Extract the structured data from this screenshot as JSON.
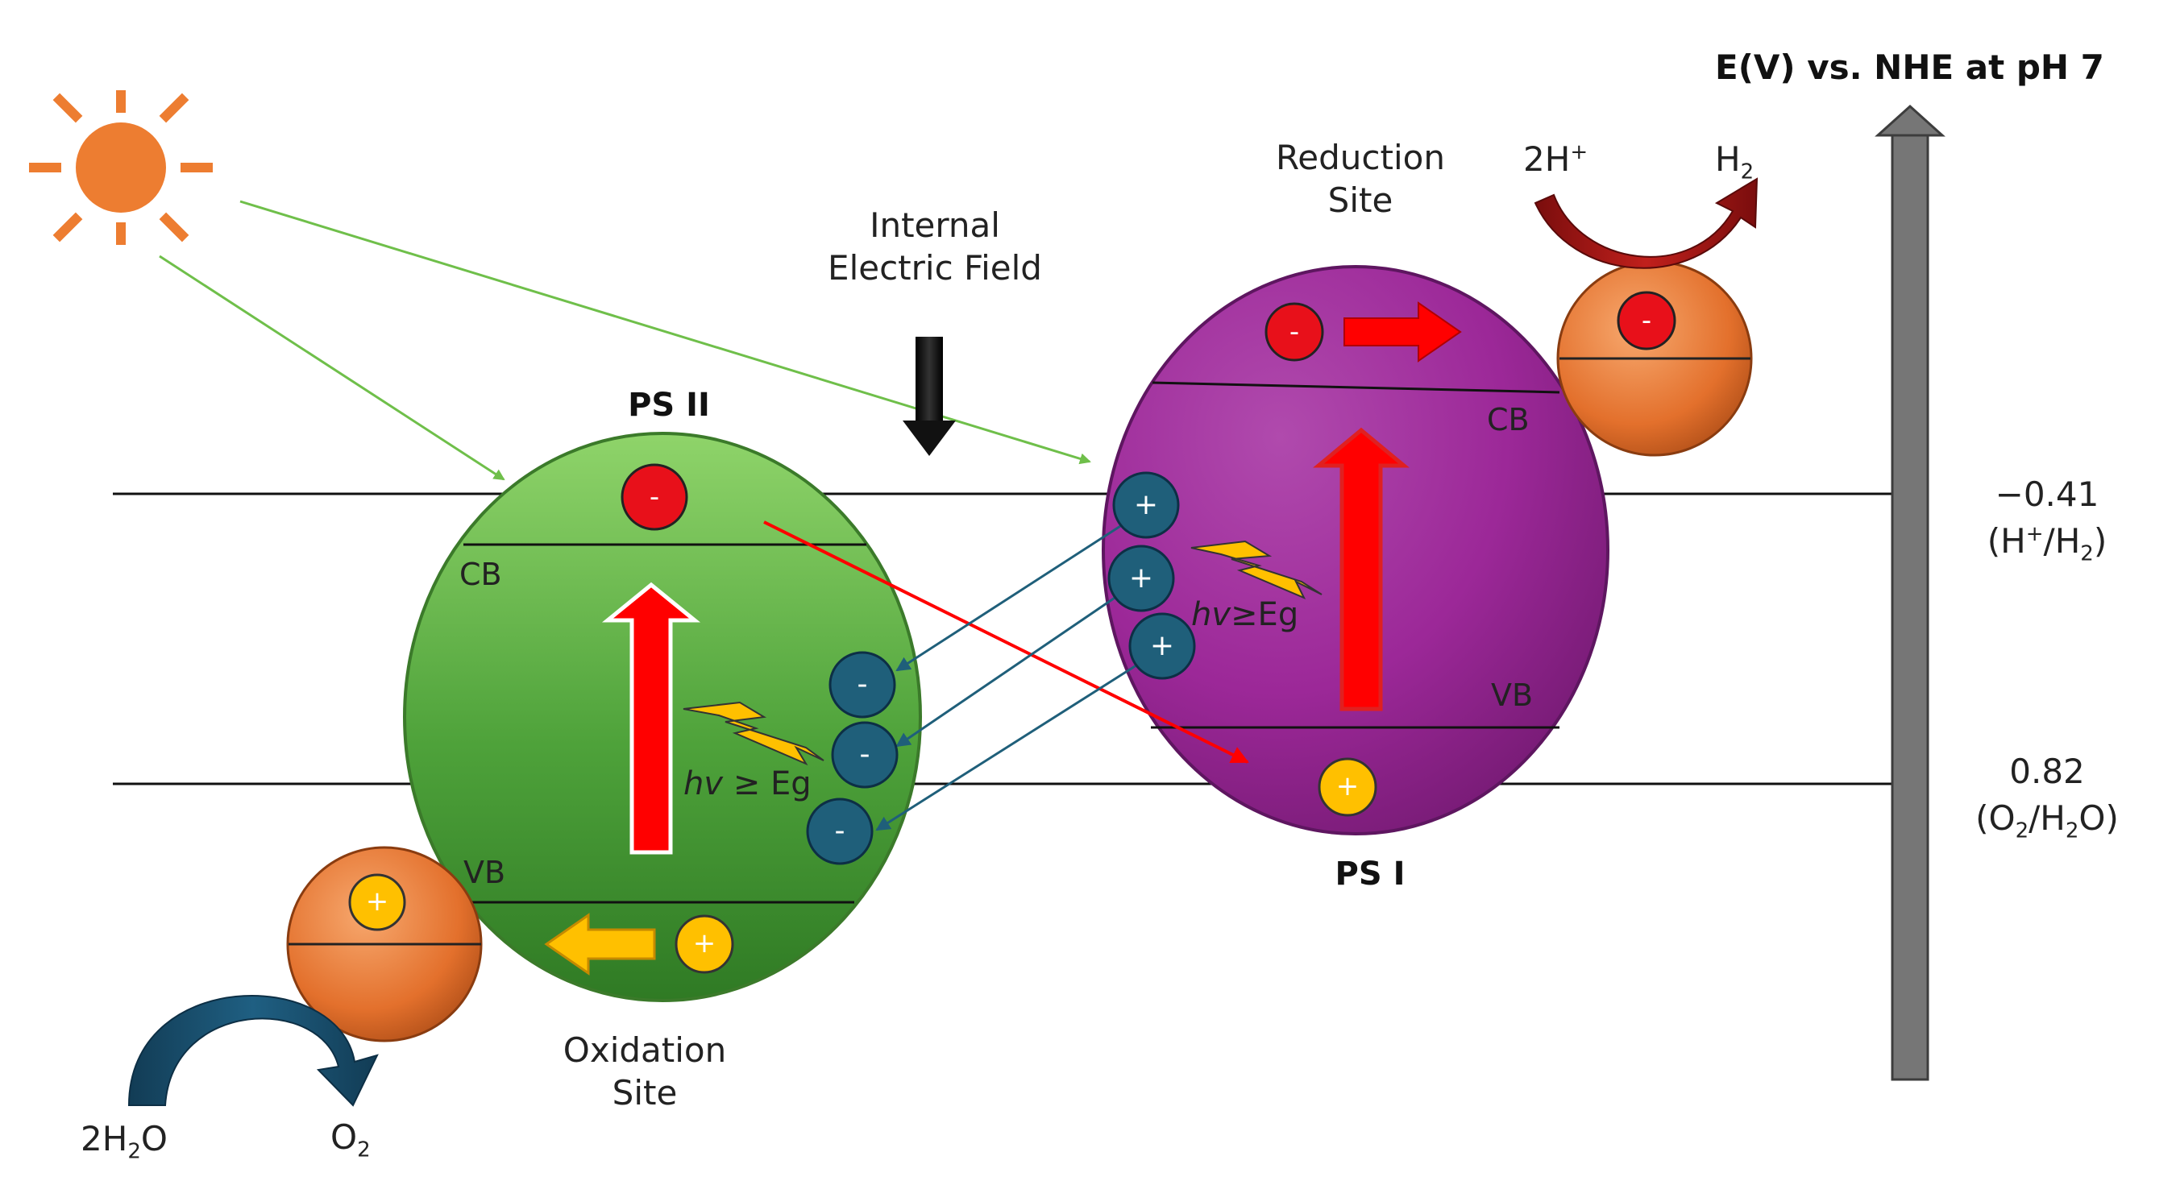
{
  "axis": {
    "title": "E(V) vs. NHE at pH 7",
    "level_top": {
      "value": "−0.41",
      "couple_pre": "(H",
      "couple_sup": "+",
      "couple_mid": "/H",
      "couple_sub": "2",
      "couple_post": ")"
    },
    "level_bottom": {
      "value": "0.82",
      "couple_pre": "(O",
      "couple_sub": "2",
      "couple_mid": "/H",
      "couple_sub2": "2",
      "couple_post": "O)"
    }
  },
  "ps2": {
    "name": "PS II",
    "cb": "CB",
    "vb": "VB",
    "excitation_italic": "hv",
    "excitation_rest": " ≥ Eg",
    "site_line1": "Oxidation",
    "site_line2": "Site",
    "reaction_left_pre": "2H",
    "reaction_left_sub": "2",
    "reaction_left_post": "O",
    "reaction_right_pre": "O",
    "reaction_right_sub": "2"
  },
  "ps1": {
    "name": "PS I",
    "cb": "CB",
    "vb": "VB",
    "excitation_italic": "hv",
    "excitation_rest": "≥Eg",
    "site_line1": "Reduction",
    "site_line2": "Site",
    "reaction_left_pre": "2H",
    "reaction_left_sup": "+",
    "reaction_right_pre": "H",
    "reaction_right_sub": "2"
  },
  "field": {
    "line1": "Internal",
    "line2": "Electric Field"
  },
  "charges": {
    "electron": "-",
    "hole": "+"
  },
  "colors": {
    "sun": "#ed7d31",
    "ps2_green": "#4fa33a",
    "ps1_purple": "#a0289c",
    "electron_red": "#e8101a",
    "hole_yellow": "#ffc000",
    "carrier_blue": "#1f5f7a",
    "arrow_red": "#ff0000",
    "cocatalyst_orange": "#e8742e",
    "axis_gray": "#767676"
  }
}
